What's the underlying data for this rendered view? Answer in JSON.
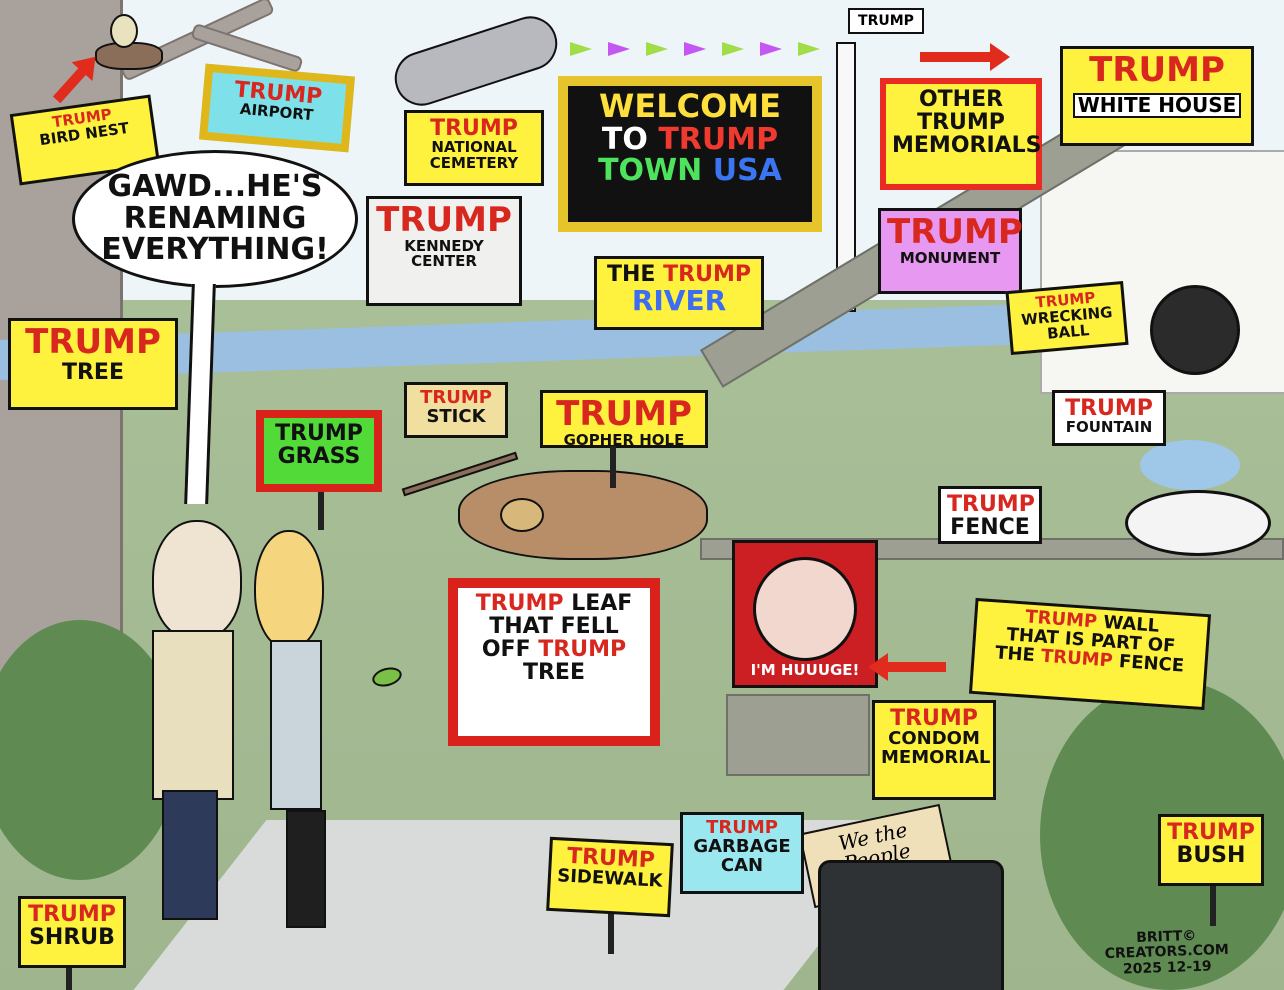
{
  "image": {
    "signs": {
      "bird_nest": {
        "line1": "TRUMP",
        "line2": "BIRD NEST"
      },
      "airport": {
        "line1": "TRUMP",
        "line2": "AIRPORT"
      },
      "national_cemetery": {
        "line1": "TRUMP",
        "line2": "NATIONAL",
        "line3": "CEMETERY"
      },
      "welcome": {
        "line1": "WELCOME",
        "line2a": "TO",
        "line2b": "TRUMP",
        "line3a": "TOWN",
        "line3b": "USA"
      },
      "other_memorials": {
        "line1": "OTHER",
        "line2": "TRUMP",
        "line3": "MEMORIALS"
      },
      "white_house": {
        "line1": "TRUMP",
        "line2": "WHITE HOUSE"
      },
      "kennedy_center": {
        "line1": "TRUMP",
        "line2": "KENNEDY CENTER"
      },
      "river": {
        "line1a": "THE",
        "line1b": "TRUMP",
        "line2": "RIVER"
      },
      "monument": {
        "line1": "TRUMP",
        "line2": "MONUMENT"
      },
      "wrecking_ball": {
        "line1": "TRUMP",
        "line2": "WRECKING",
        "line3": "BALL"
      },
      "tree": {
        "line1": "TRUMP",
        "line2": "TREE"
      },
      "stick": {
        "line1": "TRUMP",
        "line2": "STICK"
      },
      "gopher_hole": {
        "line1": "TRUMP",
        "line2": "GOPHER HOLE"
      },
      "grass": {
        "line1": "TRUMP",
        "line2": "GRASS"
      },
      "fountain": {
        "line1": "TRUMP",
        "line2": "FOUNTAIN"
      },
      "fence": {
        "line1": "TRUMP",
        "line2": "FENCE"
      },
      "leaf": {
        "line1a": "TRUMP",
        "line1b": "LEAF",
        "line2": "THAT FELL",
        "line3a": "OFF",
        "line3b": "TRUMP",
        "line4": "TREE"
      },
      "portrait": {
        "caption": "I'M HUUUGE!"
      },
      "wall": {
        "line1a": "TRUMP",
        "line1b": "WALL",
        "line2": "THAT IS PART OF",
        "line3a": "THE",
        "line3b": "TRUMP",
        "line3c": "FENCE"
      },
      "condom_memorial": {
        "line1": "TRUMP",
        "line2": "CONDOM",
        "line3": "MEMORIAL"
      },
      "garbage_can": {
        "line1": "TRUMP",
        "line2": "GARBAGE",
        "line3": "CAN"
      },
      "sidewalk": {
        "line1": "TRUMP",
        "line2": "SIDEWALK"
      },
      "bush": {
        "line1": "TRUMP",
        "line2": "BUSH"
      },
      "shrub": {
        "line1": "TRUMP",
        "line2": "SHRUB"
      },
      "flag_pole": {
        "text": "TRUMP"
      }
    },
    "speech_bubble": {
      "line1": "GAWD...HE'S",
      "line2": "RENAMING",
      "line3": "EVERYTHING!"
    },
    "paper": {
      "line1": "We the",
      "line2": "People"
    },
    "credit": {
      "line1": "BRITT©",
      "line2": "CREATORS.COM",
      "line3": "2025 12-19"
    }
  }
}
